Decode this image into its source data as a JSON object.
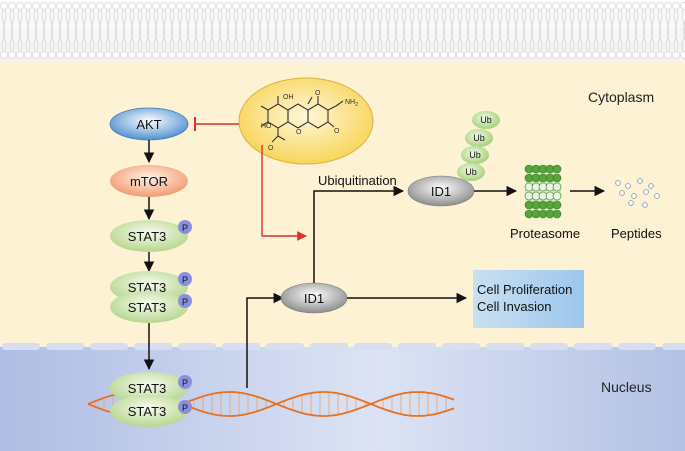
{
  "regions": {
    "cytoplasm_label": "Cytoplasm",
    "nucleus_label": "Nucleus"
  },
  "pathway": {
    "akt": "AKT",
    "mtor": "mTOR",
    "stat3": "STAT3",
    "phospho": "P"
  },
  "compound": {
    "atom_labels": {
      "oh_top": "OH",
      "ho_left": "HO",
      "nh2": "NH",
      "nh2_sub": "2",
      "o_ring": "O",
      "o_right": "O",
      "o_left": "O"
    }
  },
  "degradation": {
    "id1": "ID1",
    "ubiquitination": "Ubiquitination",
    "ub": "Ub",
    "proteasome": "Proteasome",
    "peptides": "Peptides"
  },
  "outcome": {
    "proliferation": "Cell Proliferation",
    "invasion": "Cell Invasion"
  },
  "colors": {
    "cytoplasm": "#fdf3d6",
    "nucleus": "#b9c6e6",
    "akt": "#5b9bd5",
    "mtor": "#f4a582",
    "stat3": "#c8e0a8",
    "phospho": "#8a8fe0",
    "id1": "#9a9a9a",
    "inhibition": "#e03030",
    "dna": "#e8701e",
    "compound_fill": "#fbe38a"
  }
}
